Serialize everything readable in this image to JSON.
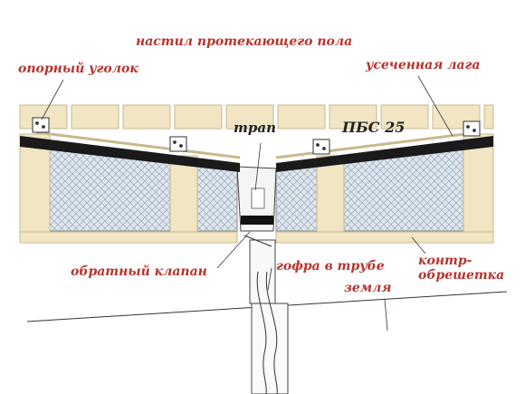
{
  "labels": {
    "floor_decking": "настил протекающего пола",
    "support_angle": "опорный уголок",
    "truncated_joist": "усеченная лага",
    "drain": "трап",
    "insulation": "ПБС 25",
    "check_valve": "обратный клапан",
    "corrugated_pipe": "гофра в трубе",
    "ground": "земля",
    "counter_lath_line1": "контр-",
    "counter_lath_line2": "обрешетка"
  },
  "colors": {
    "label_red": "#b8322d",
    "label_dark": "#222222",
    "wood": "#f1e5c4",
    "wood_stroke": "#c8b98a",
    "membrane": "#1a1a1a",
    "insulation": "#dde6ef",
    "hatch": "#8e9cab"
  }
}
